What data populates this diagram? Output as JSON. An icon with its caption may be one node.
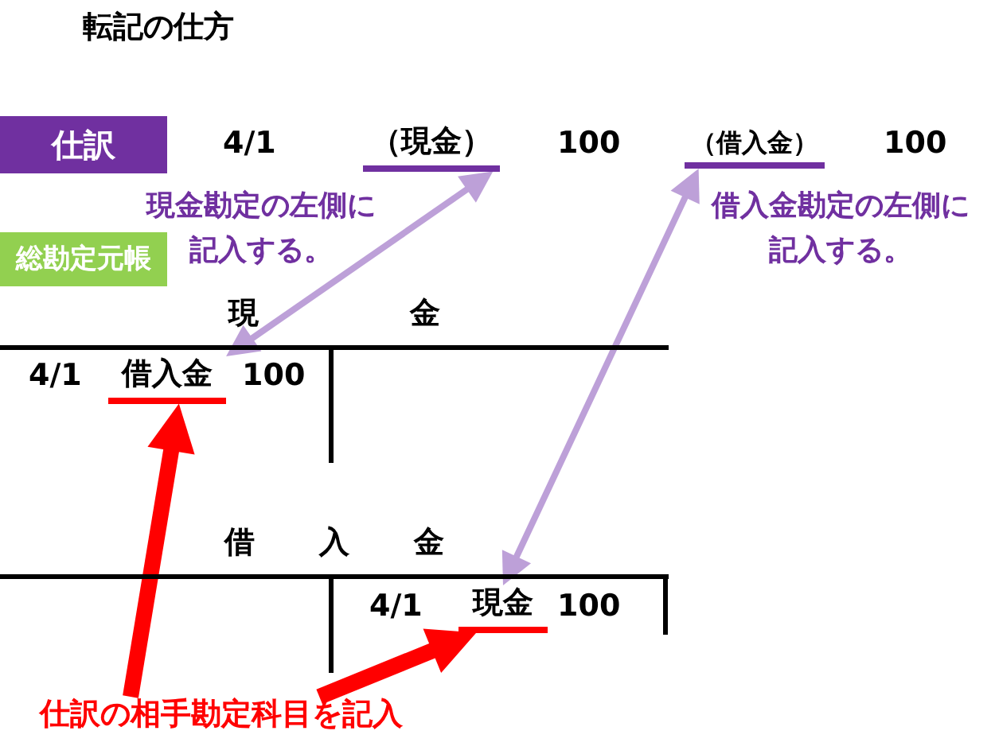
{
  "diagram": {
    "title": "転記の仕方",
    "nodes": [
      {
        "text": [
          "仕訳"
        ]
      },
      {
        "text": [
          "（現金）"
        ]
      },
      {
        "text": [
          "（借入金）"
        ]
      },
      {
        "text": [
          "総勘定元帳"
        ]
      },
      {
        "text": [
          "現 金"
        ]
      },
      {
        "text": [
          "借入金"
        ],
        "in": 4
      },
      {
        "text": [
          "借 入 金"
        ]
      },
      {
        "text": [
          "現金"
        ],
        "in": 6
      },
      {
        "text": [
          "仕訳の相手勘定科目を記入"
        ]
      }
    ],
    "edges": [
      {
        "from": 1,
        "to": 5,
        "arrow": "both",
        "color": "#bda0d8"
      },
      {
        "from": 2,
        "to": 7,
        "arrow": "both",
        "color": "#bda0d8"
      },
      {
        "from": 8,
        "to": 5,
        "arrow": "to",
        "style": "thick",
        "color": "#ff0000"
      },
      {
        "from": 8,
        "to": 7,
        "arrow": "to",
        "style": "thick",
        "color": "#ff0000"
      }
    ],
    "labels": [
      "4/1",
      "100",
      "100",
      "現金勘定の左側に記入する。",
      "借入金勘定の左側に記入する。",
      "4/1",
      "100",
      "4/1",
      "100"
    ]
  }
}
